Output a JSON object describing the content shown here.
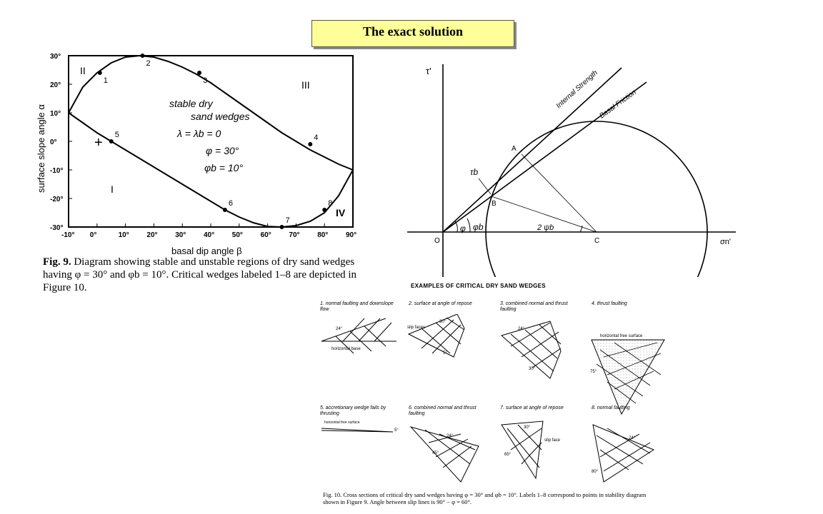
{
  "slide": {
    "title": "The exact solution"
  },
  "fig9": {
    "chart_data": {
      "type": "line",
      "xlabel": "basal dip angle β",
      "ylabel": "surface slope angle α",
      "xlim": [
        -10,
        90
      ],
      "ylim": [
        -30,
        30
      ],
      "xticks": [
        "-10°",
        "0°",
        "10°",
        "20°",
        "30°",
        "40°",
        "50°",
        "60°",
        "70°",
        "80°",
        "90°"
      ],
      "yticks": [
        "30°",
        "20°",
        "10°",
        "0°",
        "-10°",
        "-20°",
        "-30°"
      ],
      "upper_curve": {
        "x": [
          -10,
          -5,
          0,
          5,
          10,
          15,
          20,
          25,
          30,
          35,
          40,
          45,
          50,
          55,
          60,
          65,
          70,
          75,
          80,
          85,
          90
        ],
        "y": [
          10,
          19,
          24,
          27.5,
          29.5,
          30,
          29.5,
          28,
          26,
          23.5,
          20.5,
          17,
          13.5,
          10,
          6.5,
          3,
          0,
          -3,
          -5.5,
          -8,
          -10
        ]
      },
      "lower_curve": {
        "x": [
          -10,
          -5,
          0,
          5,
          10,
          15,
          20,
          25,
          30,
          35,
          40,
          45,
          50,
          55,
          60,
          65,
          70,
          75,
          80,
          85,
          90
        ],
        "y": [
          10,
          6.5,
          3,
          0,
          -3,
          -6,
          -9,
          -12,
          -15,
          -18,
          -21,
          -24,
          -26.5,
          -28.5,
          -29.8,
          -30,
          -29.5,
          -28,
          -25,
          -19,
          -10
        ]
      },
      "points": [
        {
          "label": "1",
          "x": 1,
          "y": 24
        },
        {
          "label": "2",
          "x": 16,
          "y": 30
        },
        {
          "label": "3",
          "x": 36,
          "y": 24
        },
        {
          "label": "4",
          "x": 75,
          "y": -1
        },
        {
          "label": "5",
          "x": 5,
          "y": 0
        },
        {
          "label": "6",
          "x": 45,
          "y": -24
        },
        {
          "label": "7",
          "x": 65,
          "y": -30
        },
        {
          "label": "8",
          "x": 80,
          "y": -24
        }
      ],
      "regions": [
        "II",
        "III",
        "I",
        "IV"
      ],
      "annotation": [
        "stable dry",
        "sand wedges",
        "λ = λb = 0",
        "φ = 30°",
        "φb = 10°"
      ]
    },
    "caption_label": "Fig. 9.",
    "caption_text": "Diagram showing stable and unstable regions of dry sand wedges having φ = 30° and φb = 10°. Critical wedges labeled 1–8 are depicted in Figure 10."
  },
  "mohr": {
    "tau_label": "τ'",
    "sigma_label": "σn'",
    "origin": "O",
    "A": "A",
    "B": "B",
    "C": "C",
    "taub": "τb",
    "phi": "φ",
    "phib": "φb",
    "two_psi": "2 ψb",
    "internal": "Internal Strength",
    "basal": "Basal Friction"
  },
  "fig10": {
    "heading": "EXAMPLES OF CRITICAL DRY SAND WEDGES",
    "panels": [
      {
        "label": "1. normal faulting and downslope flow"
      },
      {
        "label": "2. surface at angle of repose"
      },
      {
        "label": "3. combined normal and thrust faulting"
      },
      {
        "label": "4. thrust faulting"
      },
      {
        "label": "5. accretionary wedge fails by thrusting"
      },
      {
        "label": "6. combined normal and thrust faulting"
      },
      {
        "label": "7. surface at angle of repose"
      },
      {
        "label": "8. normal faulting"
      }
    ],
    "annots": {
      "a24": "24°",
      "hb": "horizontal base",
      "s30": "30°",
      "sf": "slip faces",
      "m5": "5°",
      "c24": "24°",
      "c30": "30°",
      "hfs": "horizontal free surface",
      "d75": "75°",
      "hfs5": "horizontal free surface",
      "e5": "5°",
      "f24": "24°",
      "f45": "45°",
      "g30": "30°",
      "g65": "65°",
      "gsf": "slip face",
      "h24": "24°",
      "h80": "80°"
    },
    "caption": "Fig. 10. Cross sections of critical dry sand wedges having φ = 30° and φb = 10°. Labels 1–8 correspond to points in stability diagram shown in Figure 9. Angle between slip lines is 90° − φ = 60°."
  }
}
